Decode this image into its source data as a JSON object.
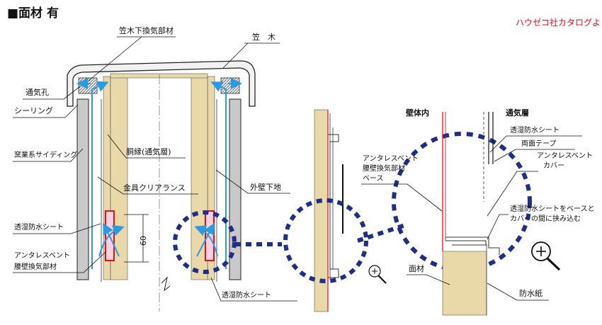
{
  "title": "■面材 有",
  "source_note": "ハウゼコ社カタログより",
  "colors": {
    "accent_red": "#e0101a",
    "dash_blue": "#1f2f88",
    "arrow_blue": "#2a9be0",
    "wood": "#e9d9a8",
    "siding": "#c9c9c9",
    "sheet_red": "#e0101a"
  },
  "labels": {
    "kasagi_shita": "笠木下換気部材",
    "kasagi": "笠　木",
    "tsukikou": "通気孔",
    "sealing": "シーリング",
    "siding": "窯業系サイディング",
    "dobuchi": "胴縁(通気層)",
    "kanagu": "金具クリアランス",
    "gaiheki": "外壁下地",
    "toushitsu_left": "透湿防水シート",
    "antares_left": "アンタレスベント",
    "koshikabe_left": "腰壁換気部材",
    "dimension": "60",
    "toushitsu_bottom": "透湿防水シート",
    "hekitai": "壁体内",
    "tsukisou": "通気層",
    "toushitsu_right": "透湿防水シート",
    "ryoumen": "両面テープ",
    "antares_cover1": "アンタレスベント",
    "antares_cover2": "カバー",
    "antares_base1": "アンタレスベント",
    "antares_base2": "腰壁換気部材",
    "antares_base3": "ベース",
    "toushitsu_note1": "透湿防水シートをベースと",
    "toushitsu_note2": "カバーの間に挟み込む",
    "menzai": "面材",
    "bousuishi": "防水紙"
  },
  "icons": [
    "zoom-in-icon-small",
    "zoom-in-icon-large"
  ]
}
